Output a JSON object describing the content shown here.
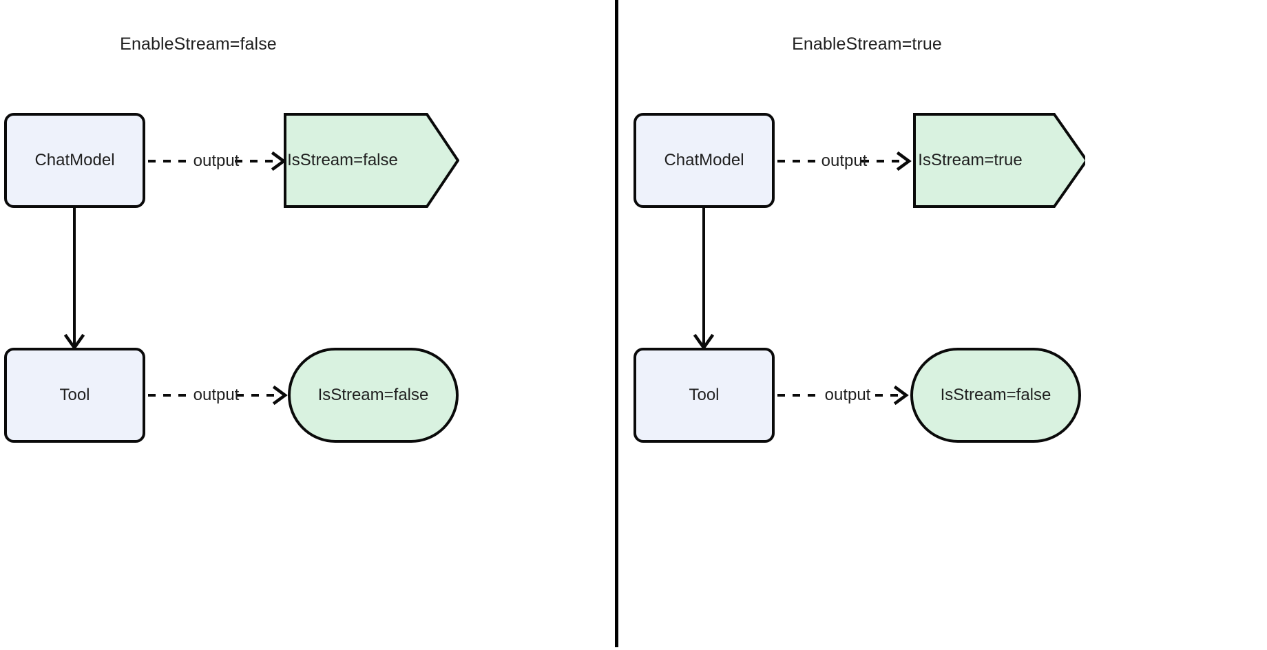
{
  "diagram": {
    "background": "#ffffff",
    "colors": {
      "process_fill": "#eef2fb",
      "result_fill": "#d9f2e0",
      "stroke": "#0a0a0a",
      "text": "#1f1f1f"
    },
    "divider": "vertical-divider"
  },
  "panels": [
    {
      "id": "left",
      "title": "EnableStream=false",
      "nodes": [
        {
          "id": "chatmodel",
          "label": "ChatModel",
          "shape": "rounded-rect"
        },
        {
          "id": "chat-result",
          "label": "IsStream=false",
          "shape": "flag"
        },
        {
          "id": "tool",
          "label": "Tool",
          "shape": "rounded-rect"
        },
        {
          "id": "tool-result",
          "label": "IsStream=false",
          "shape": "stadium"
        }
      ],
      "edges": [
        {
          "id": "chatmodel-to-chat-result",
          "label": "output",
          "style": "dashed"
        },
        {
          "id": "chatmodel-to-tool",
          "label": "",
          "style": "solid"
        },
        {
          "id": "tool-to-tool-result",
          "label": "output",
          "style": "dashed"
        }
      ]
    },
    {
      "id": "right",
      "title": "EnableStream=true",
      "nodes": [
        {
          "id": "chatmodel",
          "label": "ChatModel",
          "shape": "rounded-rect"
        },
        {
          "id": "chat-result",
          "label": "IsStream=true",
          "shape": "flag"
        },
        {
          "id": "tool",
          "label": "Tool",
          "shape": "rounded-rect"
        },
        {
          "id": "tool-result",
          "label": "IsStream=false",
          "shape": "stadium"
        }
      ],
      "edges": [
        {
          "id": "chatmodel-to-chat-result",
          "label": "output",
          "style": "dashed"
        },
        {
          "id": "chatmodel-to-tool",
          "label": "",
          "style": "solid"
        },
        {
          "id": "tool-to-tool-result",
          "label": "output",
          "style": "dashed"
        }
      ]
    }
  ]
}
